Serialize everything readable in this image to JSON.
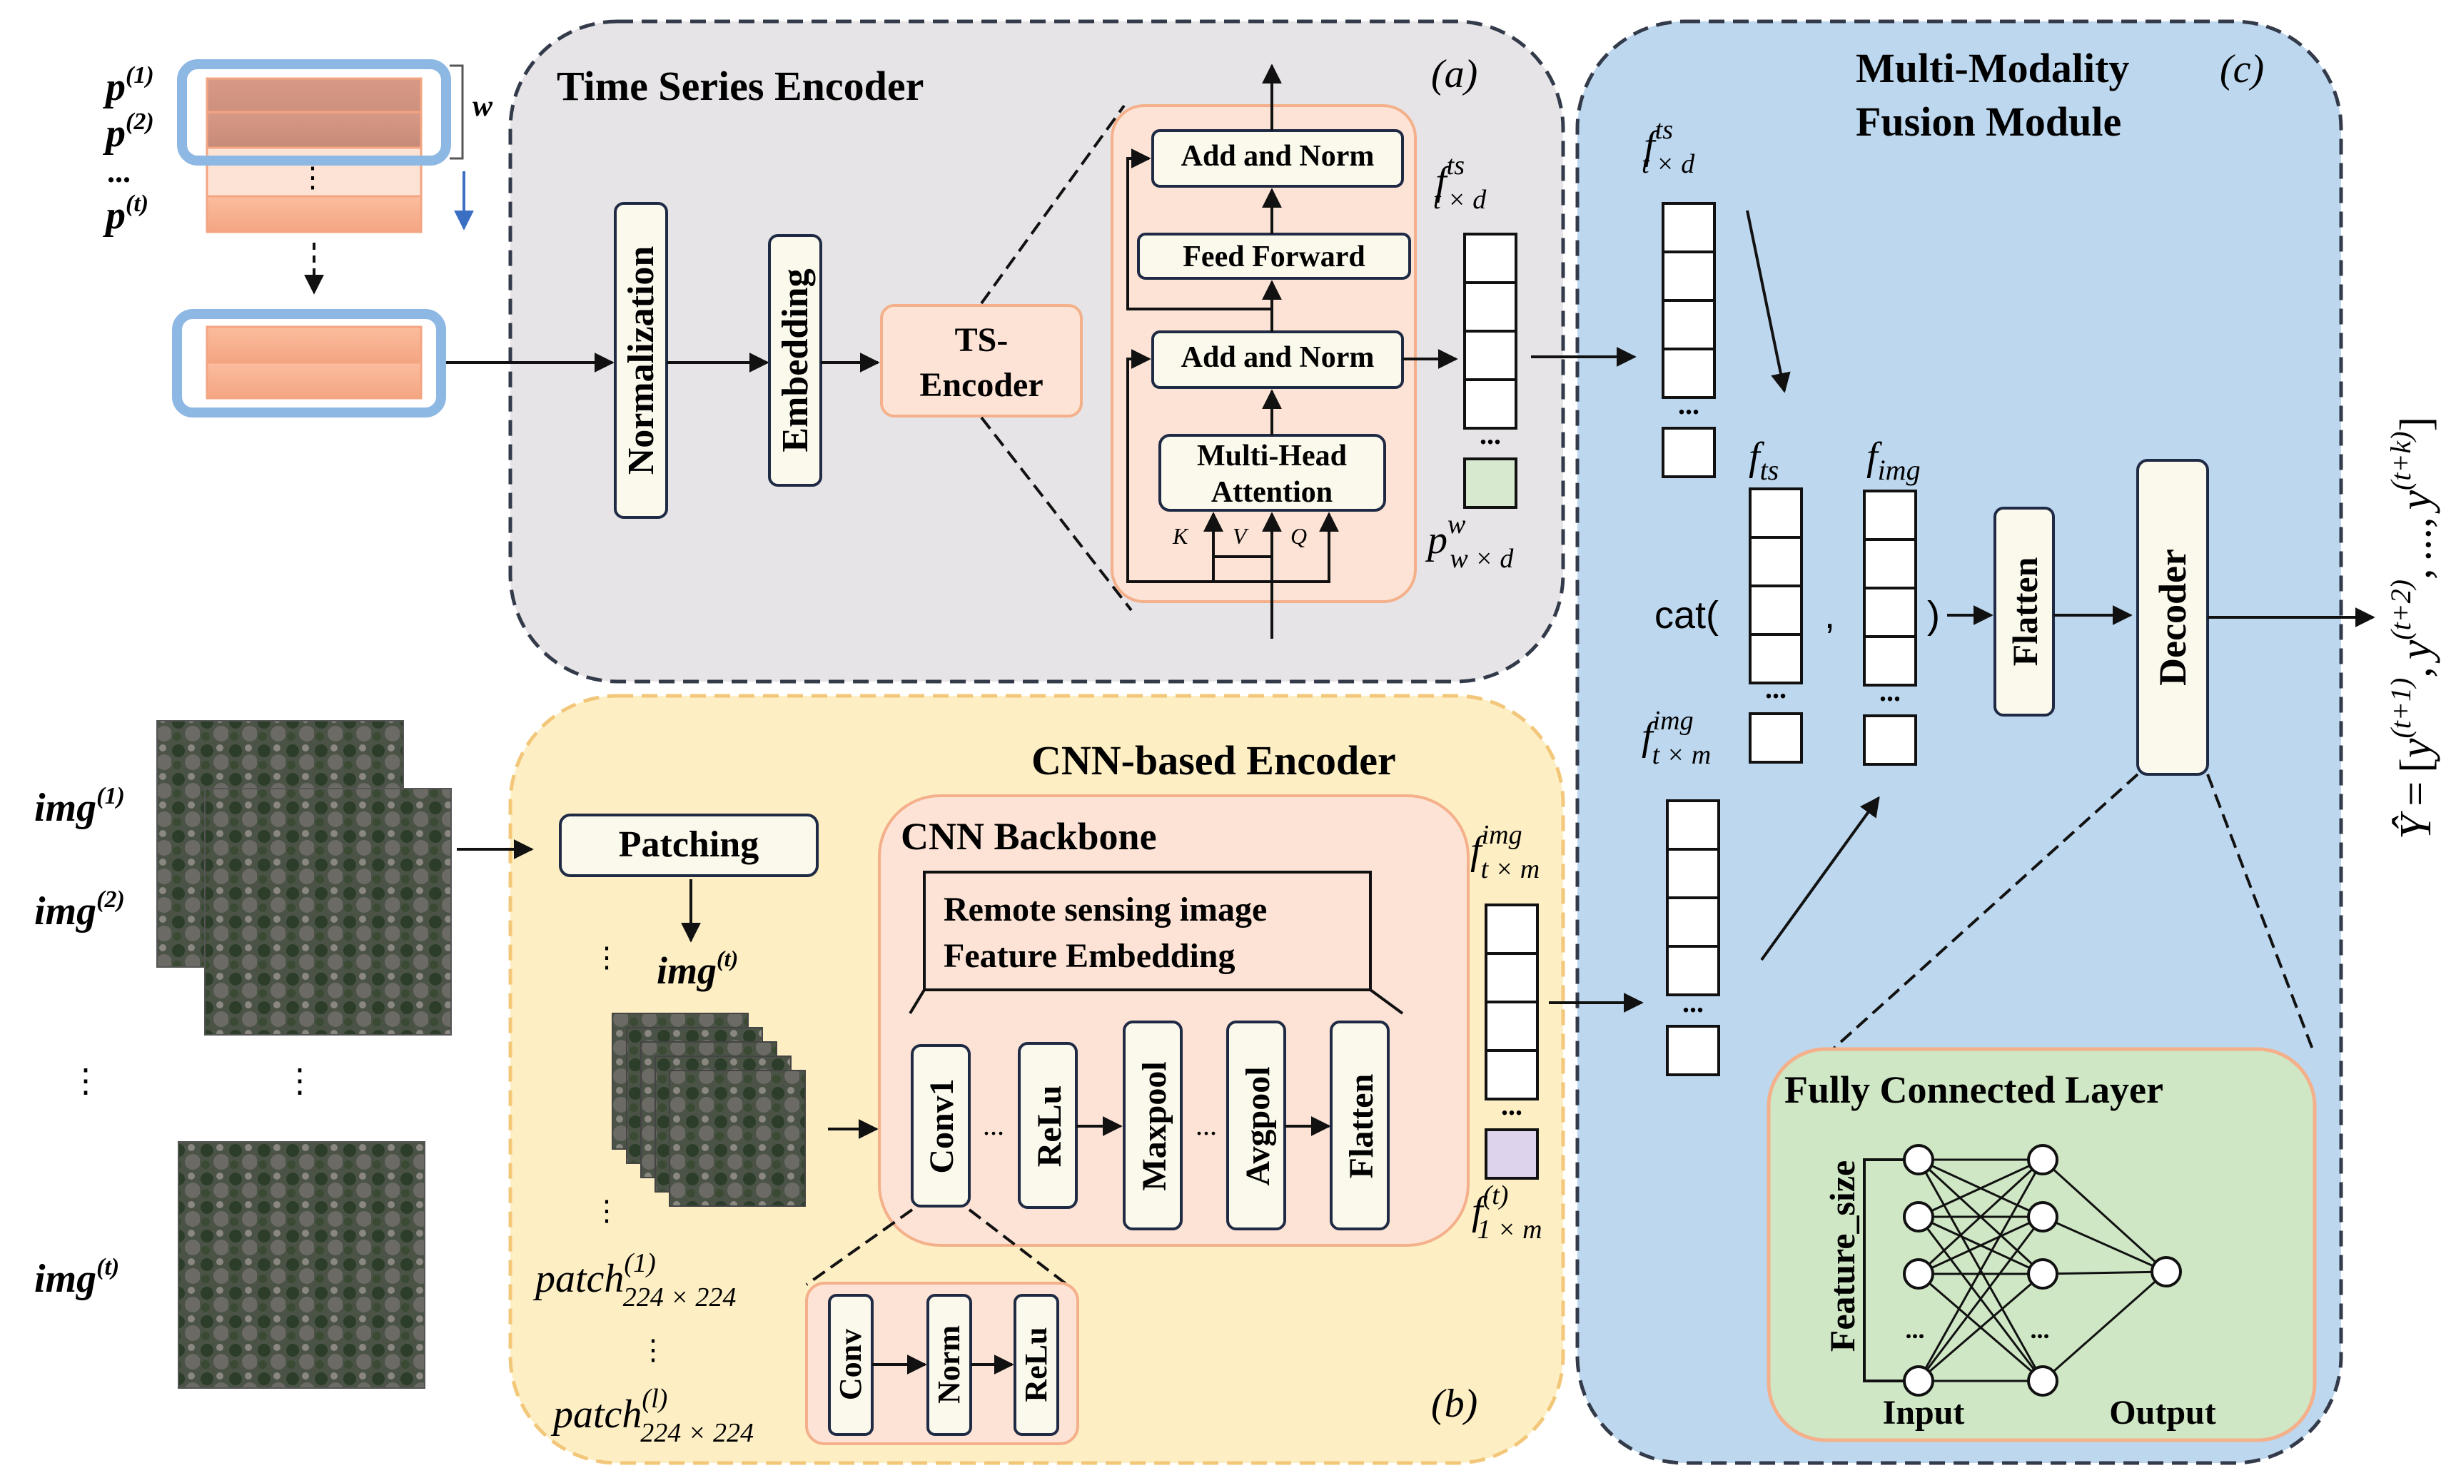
{
  "panels": {
    "ts": {
      "title": "Time Series Encoder",
      "tag": "(a)"
    },
    "cnn": {
      "title": "CNN-based Encoder",
      "tag": "(b)"
    },
    "fusion": {
      "title_line1": "Multi-Modality",
      "title_line2": "Fusion Module",
      "tag": "(c)"
    },
    "fc": {
      "title": "Fully Connected Layer"
    },
    "backbone": {
      "title": "CNN Backbone"
    }
  },
  "inputs": {
    "p1": "p",
    "p1_sup": "(1)",
    "p2": "p",
    "p2_sup": "(2)",
    "pdots": "...",
    "pt": "p",
    "pt_sup": "(t)",
    "window": "w",
    "img1": "img",
    "img1_sup": "(1)",
    "img2": "img",
    "img2_sup": "(2)",
    "imgt": "img",
    "imgt_sup": "(t)"
  },
  "ts_blocks": {
    "normalization": "Normalization",
    "embedding": "Embedding",
    "ts_encoder_line1": "TS-",
    "ts_encoder_line2": "Encoder",
    "add_norm_top": "Add and Norm",
    "feed_forward": "Feed Forward",
    "add_norm_bottom": "Add and Norm",
    "mha_line1": "Multi-Head",
    "mha_line2": "Attention",
    "k": "K",
    "v": "V",
    "q": "Q"
  },
  "ts_features": {
    "f_main": "f",
    "f_sup": "ts",
    "f_sub": "t × d",
    "p_main": "p",
    "p_sup": "w",
    "p_sub": "w × d"
  },
  "cnn_blocks": {
    "patching": "Patching",
    "img_t": "img",
    "img_t_sup": "(t)",
    "rs_line1": "Remote sensing image",
    "rs_line2": "Feature Embedding",
    "conv1": "Conv1",
    "relu": "ReLu",
    "maxpool": "Maxpool",
    "avgpool": "Avgpool",
    "flatten": "Flatten",
    "conv": "Conv",
    "norm": "Norm",
    "relu2": "ReLu",
    "patch1_main": "patch",
    "patch1_sup": "(1)",
    "patch1_sub": "224 × 224",
    "patchl_main": "patch",
    "patchl_sup": "(l)",
    "patchl_sub": "224 × 224"
  },
  "cnn_features": {
    "f_main": "f",
    "f_sup": "img",
    "f_sub": "t × m",
    "f1_main": "f",
    "f1_sup": "(t)",
    "f1_sub": "1 × m"
  },
  "fusion_blocks": {
    "fts_main": "f",
    "fts_sup": "ts",
    "fts_sub": "t × d",
    "fimg_main": "f",
    "fimg_sup": "img",
    "fimg_sub": "t × m",
    "fts_short_main": "f",
    "fts_short_sub": "ts",
    "fimg_short_main": "f",
    "fimg_short_sub": "img",
    "cat_open": "cat(",
    "comma": ",",
    "cat_close": ")",
    "flatten": "Flatten",
    "decoder": "Decoder"
  },
  "fc_layer": {
    "feature_size": "Feature_size",
    "input": "Input",
    "output": "Output",
    "dots1": "...",
    "dots2": "..."
  },
  "output": {
    "formula": "Ŷ = [y(t+1), y(t+2), ..., y(t+k)]",
    "yhat": "Ŷ",
    "eq": "=",
    "y1": "y",
    "y1_sup": "(t+1)",
    "y2": "y",
    "y2_sup": "(t+2)",
    "y3": "y",
    "y3_sup": "(t+k)",
    "dots": "...",
    "lb": "[",
    "rb": "]",
    "c1": ",",
    "c2": ",",
    "c3": ","
  },
  "colors": {
    "ts_panel": "#e6e4e6",
    "cnn_panel": "#fdeec4",
    "fusion_panel": "#bdd7ee",
    "fc_panel": "#cfe7c5",
    "encoder_box": "#fde3d5",
    "block_fill": "#fbf8ec",
    "accent_blue": "#7fb2e5",
    "series_orange": "#f4a582"
  }
}
